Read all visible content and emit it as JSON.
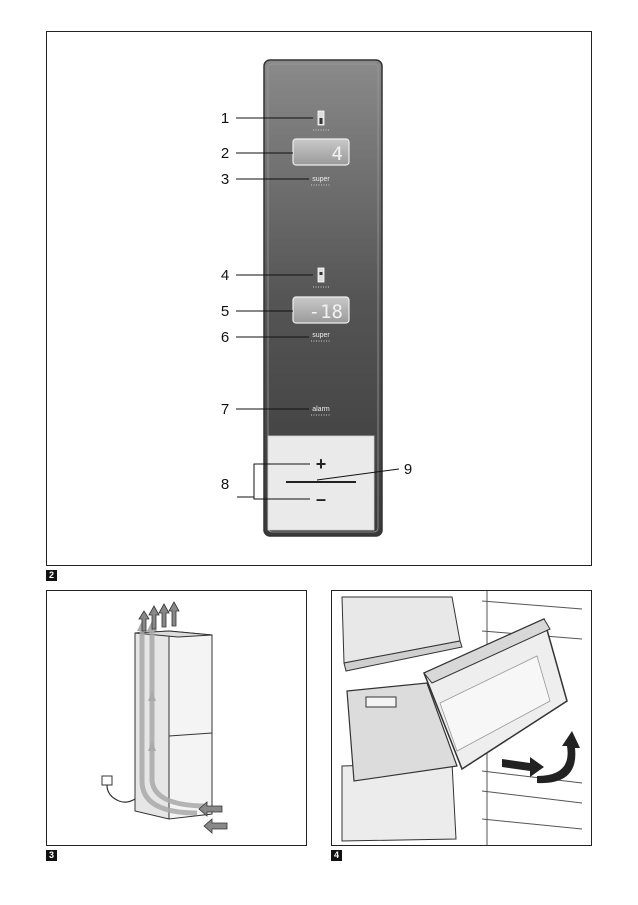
{
  "figures": [
    {
      "number": "2",
      "callouts": [
        "1",
        "2",
        "3",
        "4",
        "5",
        "6",
        "7",
        "8",
        "9"
      ],
      "fridge_display": "4",
      "freezer_display": "-18",
      "super_label_fridge": "super",
      "super_label_freezer": "super",
      "alarm_label": "alarm",
      "plus_label": "+",
      "minus_label": "–"
    },
    {
      "number": "3"
    },
    {
      "number": "4"
    }
  ]
}
